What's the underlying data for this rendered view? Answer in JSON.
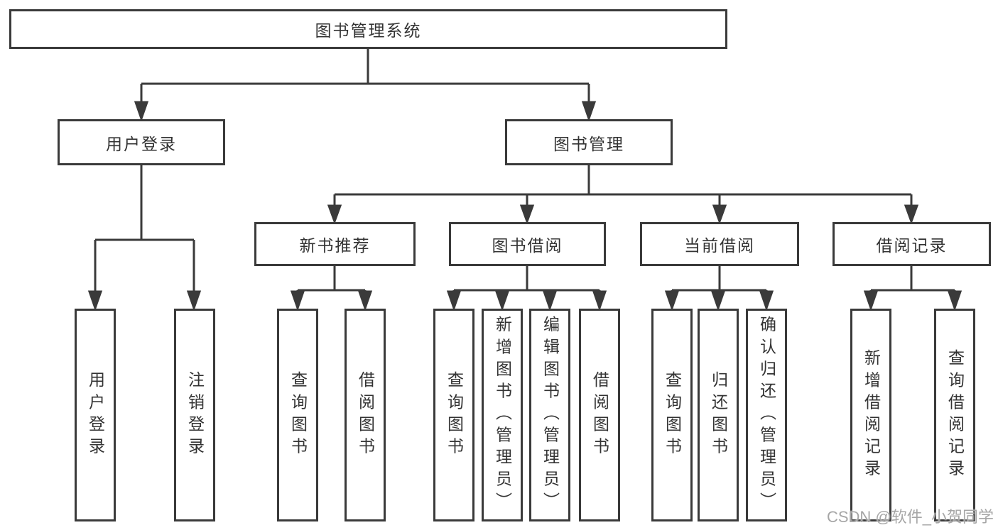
{
  "diagram": {
    "title": "图书管理系统",
    "root": {
      "label": "图书管理系统"
    },
    "level2": [
      {
        "label": "用户登录"
      },
      {
        "label": "图书管理"
      }
    ],
    "level3": [
      {
        "label": "新书推荐"
      },
      {
        "label": "图书借阅"
      },
      {
        "label": "当前借阅"
      },
      {
        "label": "借阅记录"
      }
    ],
    "leaves": {
      "user_login": [
        "用户登录",
        "注销登录"
      ],
      "new_books": [
        "查询图书",
        "借阅图书"
      ],
      "book_borrow": [
        "查询图书",
        "新增图书（管理员）",
        "编辑图书（管理员）",
        "借阅图书"
      ],
      "current_borrow": [
        "查询图书",
        "归还图书",
        "确认归还（管理员）"
      ],
      "borrow_records": [
        "新增借阅记录",
        "查询借阅记录"
      ]
    }
  },
  "watermark": "CSDN @软件_小贺同学",
  "colors": {
    "line": "#3a3a3a",
    "text": "#333333",
    "watermark": "#a6a6a6",
    "background": "#ffffff"
  }
}
